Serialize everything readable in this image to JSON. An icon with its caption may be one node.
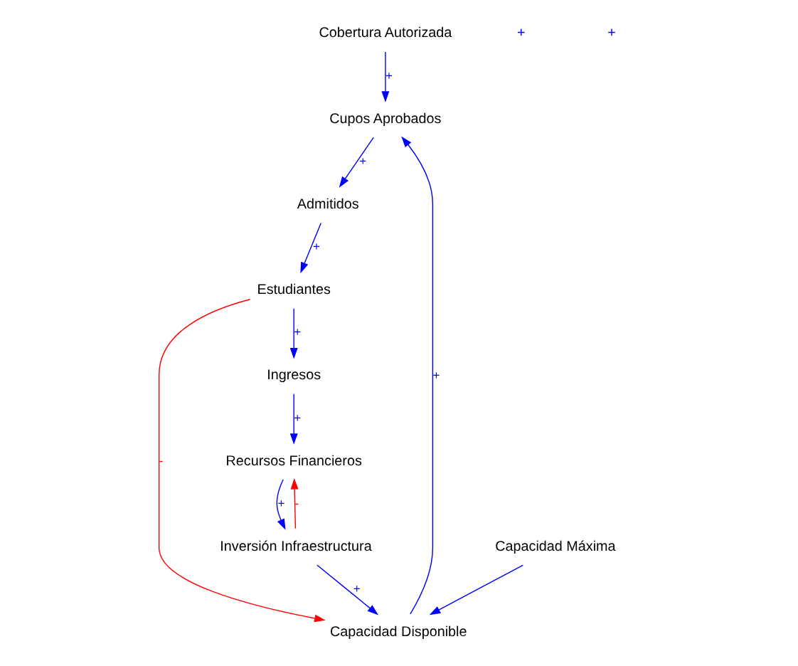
{
  "diagram": {
    "nodes": [
      {
        "text": [
          "Cobertura Autorizada"
        ]
      },
      {
        "text": [
          "Admitidos"
        ]
      },
      {
        "text": [
          "Cupos Aprobados"
        ]
      },
      {
        "text": [
          "Estudiantes"
        ]
      },
      {
        "text": [
          "Capacidad Disponible"
        ]
      },
      {
        "text": [
          "Capacidad Máxima"
        ]
      },
      {
        "text": [
          "Ingresos"
        ]
      },
      {
        "text": [
          "Inversión Infraestructura"
        ]
      },
      {
        "text": [
          "Recursos Financieros"
        ]
      }
    ],
    "edges": [
      {
        "from": 0,
        "to": 2,
        "arrow": "to",
        "label": "+"
      },
      {
        "from": 2,
        "to": 1,
        "arrow": "to",
        "label": "+"
      },
      {
        "from": 1,
        "to": 3,
        "arrow": "to",
        "label": "+"
      },
      {
        "from": 3,
        "to": 4,
        "arrow": "to",
        "label": "-",
        "color": "#ff0000"
      },
      {
        "from": 4,
        "to": 2,
        "arrow": "to",
        "label": "+"
      },
      {
        "from": 5,
        "to": 4,
        "arrow": "to"
      },
      {
        "from": 7,
        "to": 4,
        "arrow": "to",
        "label": "+"
      },
      {
        "from": 3,
        "to": 6,
        "arrow": "to",
        "label": "+"
      },
      {
        "from": 6,
        "to": 8,
        "arrow": "to",
        "label": "+"
      },
      {
        "from": 7,
        "to": 8,
        "arrow": "to",
        "label": "-",
        "color": "#ff0000"
      },
      {
        "from": 8,
        "to": 7,
        "arrow": "to",
        "label": "+"
      }
    ],
    "labels": [
      "+",
      "+"
    ]
  }
}
